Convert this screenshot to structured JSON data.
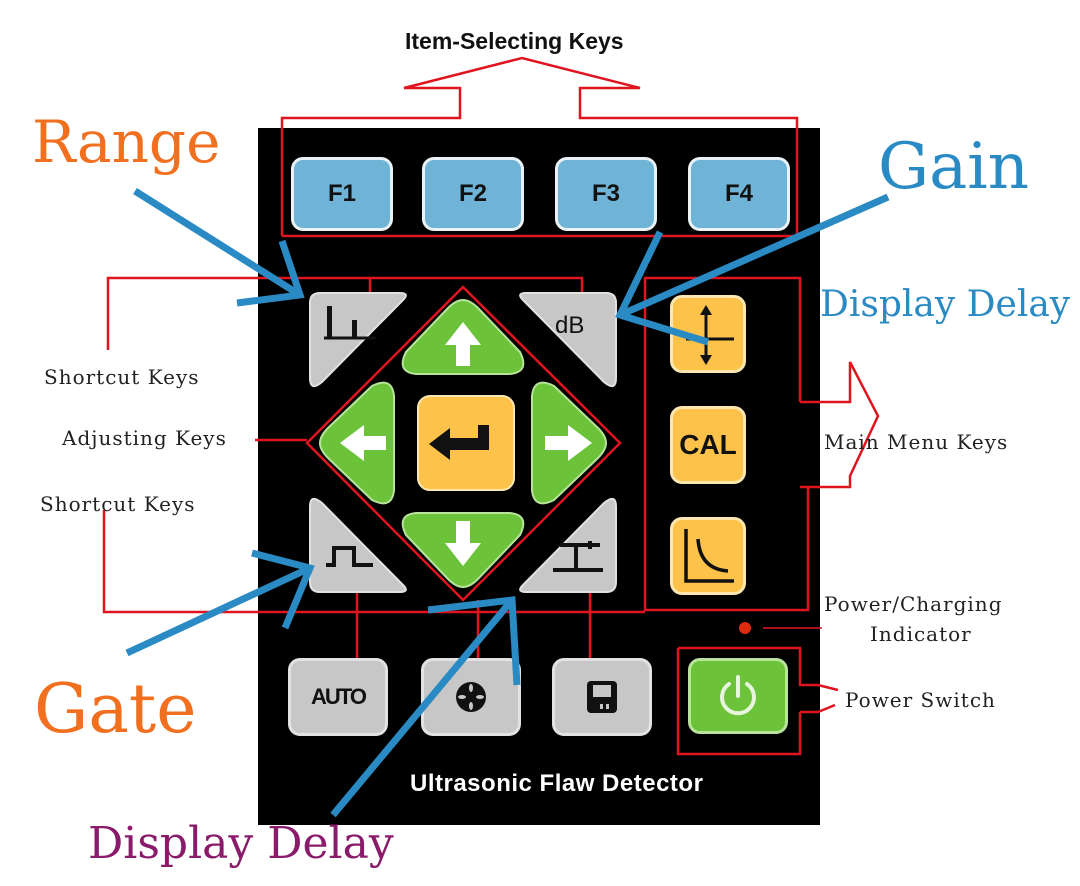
{
  "device": {
    "brand_label": "Ultrasonic Flaw Detector",
    "function_keys": [
      {
        "label": "F1"
      },
      {
        "label": "F2"
      },
      {
        "label": "F3"
      },
      {
        "label": "F4"
      }
    ],
    "shortcut_keys": [
      {
        "name": "range",
        "icon": "range-waveform-icon"
      },
      {
        "name": "gain",
        "label": "dB"
      },
      {
        "name": "gate",
        "icon": "gate-pulse-icon"
      },
      {
        "name": "display-delay",
        "icon": "delay-marker-icon"
      }
    ],
    "adjusting_keys": [
      {
        "name": "up",
        "icon": "arrow-up-icon"
      },
      {
        "name": "left",
        "icon": "arrow-left-icon"
      },
      {
        "name": "enter",
        "icon": "enter-icon"
      },
      {
        "name": "right",
        "icon": "arrow-right-icon"
      },
      {
        "name": "down",
        "icon": "arrow-down-icon"
      }
    ],
    "main_menu_keys": [
      {
        "name": "display-delay",
        "icon": "crosshair-arrows-icon"
      },
      {
        "name": "cal",
        "label": "CAL"
      },
      {
        "name": "dac-curve",
        "icon": "dac-curve-icon"
      }
    ],
    "bottom_keys": [
      {
        "name": "auto",
        "label": "AUTO"
      },
      {
        "name": "settings",
        "icon": "wheel-icon"
      },
      {
        "name": "save",
        "icon": "floppy-disk-icon"
      }
    ],
    "power_key": {
      "icon": "power-icon"
    }
  },
  "callouts": {
    "item_selecting_keys": "Item-Selecting Keys",
    "shortcut_keys_top": "Shortcut Keys",
    "adjusting_keys": "Adjusting Keys",
    "shortcut_keys_bottom": "Shortcut Keys",
    "main_menu_keys": "Main Menu Keys",
    "power_indicator_line1": "Power/Charging",
    "power_indicator_line2": "Indicator",
    "power_switch": "Power Switch"
  },
  "annotations": {
    "range": "Range",
    "gain": "Gain",
    "display_delay_right": "Display Delay",
    "gate": "Gate",
    "display_delay_bottom": "Display Delay"
  },
  "colors": {
    "orange_annotation": "#f07020",
    "blue_annotation": "#2a8ac4",
    "purple_annotation": "#8a1a6a",
    "callout_line": "#e0141e",
    "function_key": "#6fb3d6",
    "menu_key": "#fcc24a",
    "adjust_key": "#6cc33a",
    "shortcut_key": "#c7c7c7",
    "indicator_led": "#e02a10"
  }
}
